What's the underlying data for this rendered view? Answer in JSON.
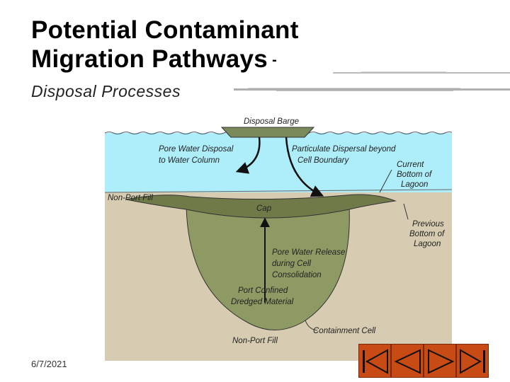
{
  "slide": {
    "title_line1": "Potential Contaminant",
    "title_line2": "Migration Pathways",
    "title_dash": "-",
    "subtitle": "Disposal Processes",
    "date": "6/7/2021"
  },
  "diagram": {
    "labels": {
      "barge": "Disposal Barge",
      "pore_water_disposal_1": "Pore Water Disposal",
      "pore_water_disposal_2": "to Water Column",
      "particulate_1": "Particulate Dispersal beyond",
      "particulate_2": "Cell Boundary",
      "current_bottom_1": "Current",
      "current_bottom_2": "Bottom of",
      "current_bottom_3": "Lagoon",
      "non_port_fill_top": "Non-Port Fill",
      "cap": "Cap",
      "previous_bottom_1": "Previous",
      "previous_bottom_2": "Bottom of",
      "previous_bottom_3": "Lagoon",
      "pore_release_1": "Pore Water Release",
      "pore_release_2": "during Cell",
      "pore_release_3": "Consolidation",
      "port_confined_1": "Port Confined",
      "port_confined_2": "Dredged Material",
      "containment_cell": "Containment Cell",
      "non_port_fill_bottom": "Non-Port Fill"
    },
    "colors": {
      "water": "#aeeefa",
      "ground": "#d7ccb2",
      "cell": "#8e9a64",
      "cap": "#6f7a48",
      "barge": "#7a8a5a"
    }
  },
  "nav": {
    "first_icon": "first-slide-icon",
    "prev_icon": "previous-slide-icon",
    "next_icon": "next-slide-icon",
    "last_icon": "last-slide-icon",
    "accent": "#c84a14"
  }
}
